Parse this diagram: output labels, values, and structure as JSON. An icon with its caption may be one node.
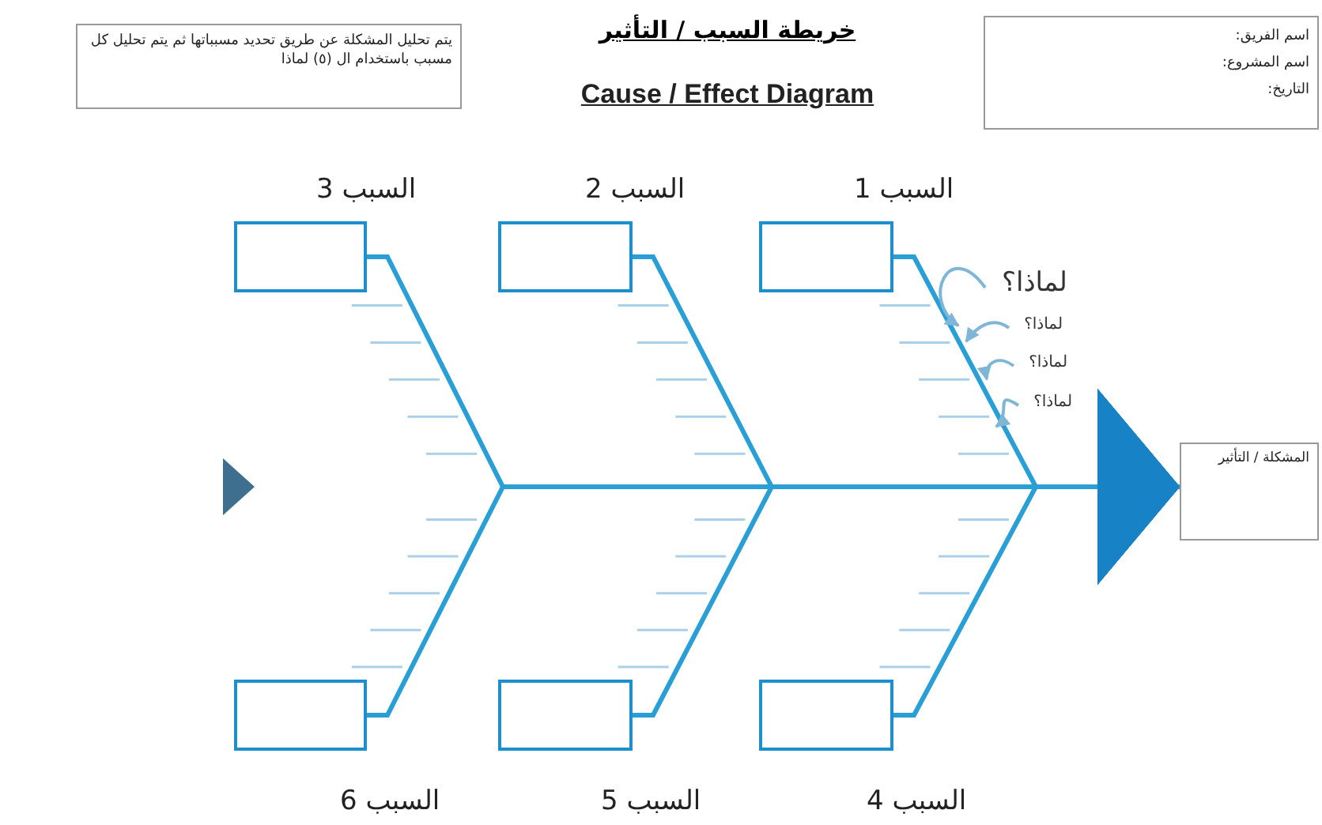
{
  "diagram": {
    "title": "خريطة السبب / التأثير",
    "nodes": [
      {
        "text": [
          "يتم تحليل المشكلة عن طريق تحديد مسبباتها ثم يتم تحليل كل مسبب باستخدام ال (٥) لماذا"
        ]
      },
      {
        "text": [
          "اسم الفريق:",
          "اسم المشروع:",
          "التاريخ:"
        ]
      },
      {
        "text": [],
        "shape": "box",
        "beside": [
          "السبب 3"
        ]
      },
      {
        "text": [],
        "shape": "box",
        "beside": [
          "السبب 2"
        ]
      },
      {
        "text": [],
        "shape": "box",
        "beside": [
          "السبب 1"
        ]
      },
      {
        "text": [
          "لماذا؟"
        ]
      },
      {
        "text": [
          "لماذا؟"
        ]
      },
      {
        "text": [
          "لماذا؟"
        ]
      },
      {
        "text": [
          "لماذا؟"
        ]
      },
      {
        "text": [
          "المشكلة / التأثير"
        ]
      },
      {
        "text": [],
        "shape": "box",
        "beside": [
          "السبب 6"
        ]
      },
      {
        "text": [],
        "shape": "box",
        "beside": [
          "السبب 5"
        ]
      },
      {
        "text": [],
        "shape": "box",
        "beside": [
          "السبب 4"
        ]
      }
    ],
    "edges": [
      {
        "from": 2,
        "to": 9,
        "arrow": "to"
      },
      {
        "from": 3,
        "to": 9,
        "arrow": "to"
      },
      {
        "from": 4,
        "to": 9,
        "arrow": "to"
      },
      {
        "from": 10,
        "to": 9,
        "arrow": "to"
      },
      {
        "from": 11,
        "to": 9,
        "arrow": "to"
      },
      {
        "from": 12,
        "to": 9,
        "arrow": "to"
      },
      {
        "from": 5,
        "to": null,
        "arrow": "to",
        "color": "#7fb6d8"
      },
      {
        "from": 6,
        "to": null,
        "arrow": "to",
        "color": "#7fb6d8"
      },
      {
        "from": 7,
        "to": null,
        "arrow": "to",
        "color": "#7fb6d8"
      },
      {
        "from": 8,
        "to": null,
        "arrow": "to",
        "color": "#7fb6d8"
      }
    ],
    "labels": [
      "Cause / Effect Diagram"
    ]
  }
}
